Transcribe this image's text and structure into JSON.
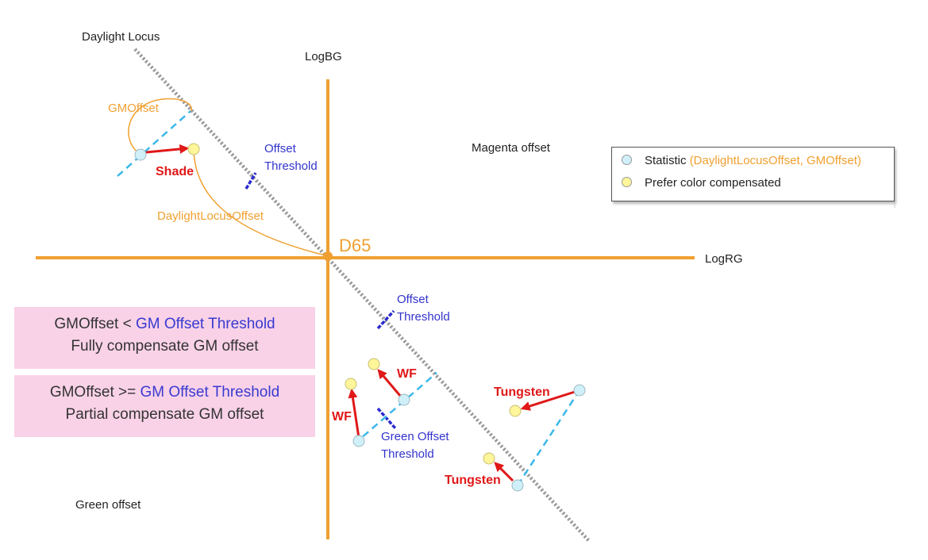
{
  "labels": {
    "daylight_locus": "Daylight Locus",
    "log_bg": "LogBG",
    "log_rg": "LogRG",
    "d65": "D65",
    "magenta_offset": "Magenta offset",
    "green_offset": "Green offset",
    "gm_offset": "GMOffset",
    "daylight_locus_offset": "DaylightLocusOffset",
    "shade": "Shade",
    "offset_threshold_1_line1": "Offset",
    "offset_threshold_1_line2": "Threshold",
    "offset_threshold_2_line1": "Offset",
    "offset_threshold_2_line2": "Threshold",
    "green_offset_threshold_line1": "Green Offset",
    "green_offset_threshold_line2": "Threshold",
    "wf_upper": "WF",
    "wf_lower": "WF",
    "tungsten_upper": "Tungsten",
    "tungsten_lower": "Tungsten"
  },
  "legend": {
    "statistic_label": "Statistic ",
    "statistic_detail": "(DaylightLocusOffset, GMOffset)",
    "prefer_label": "Prefer color compensated"
  },
  "boxes": {
    "box1_line1_prefix": "GMOffset < ",
    "box1_line1_highlight": "GM Offset Threshold",
    "box1_line2": "Fully compensate GM offset",
    "box2_line1_prefix": "GMOffset >= ",
    "box2_line1_highlight": "GM Offset Threshold",
    "box2_line2": "Partial compensate GM offset"
  },
  "colors": {
    "axis": "#F0A030",
    "locus": "#9A9A9A",
    "threshold": "#2A2AD0",
    "dashed": "#3CB8E8",
    "arrow": "#E01818",
    "statistic_dot": "#CFF0F8",
    "prefer_dot": "#FFF59A",
    "box_bg": "#F9D2E8"
  }
}
